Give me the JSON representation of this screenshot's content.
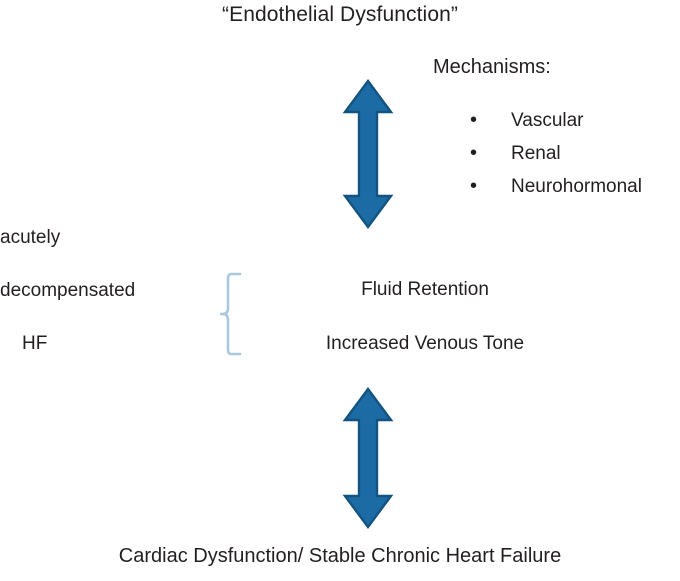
{
  "diagram": {
    "title": "“Endothelial Dysfunction”",
    "bottom_caption": "Cardiac Dysfunction/ Stable Chronic Heart Failure"
  },
  "mechanisms": {
    "heading": "Mechanisms:",
    "bullet_glyph": "•",
    "items": [
      {
        "label": "Vascular"
      },
      {
        "label": "Renal"
      },
      {
        "label": "Neurohormonal"
      }
    ]
  },
  "left_label": {
    "lines": [
      {
        "text": "acutely"
      },
      {
        "text": "decompensated"
      },
      {
        "text": "HF"
      }
    ]
  },
  "middle_block": {
    "lines": [
      {
        "text": "Fluid Retention"
      },
      {
        "text": "Increased Venous Tone"
      }
    ]
  },
  "arrows": {
    "top": {
      "name": "vertical-double-arrow-top"
    },
    "bottom": {
      "name": "vertical-double-arrow-bottom"
    }
  },
  "colors": {
    "arrow_fill": "#1c6ba4",
    "arrow_stroke": "#13537f",
    "brace": "#a9c8df",
    "text": "#231f20",
    "background": "#ffffff"
  }
}
